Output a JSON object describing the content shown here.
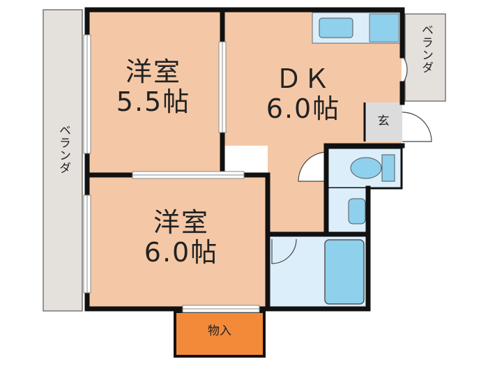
{
  "rooms": {
    "western_a": {
      "name": "洋室",
      "size": "5.5帖"
    },
    "dk": {
      "name": "ＤＫ",
      "size": "6.0帖"
    },
    "western_b": {
      "name": "洋室",
      "size": "6.0帖"
    },
    "entrance": {
      "name": "玄"
    },
    "storage": {
      "name": "物入"
    },
    "balcony_left": {
      "name": "ベランダ"
    },
    "balcony_right": {
      "name": "ベランダ"
    }
  },
  "colors": {
    "room": "#f4c8a6",
    "wet_area": "#dceefa",
    "fixture": "#8fd0ec",
    "balcony": "#e4e0dc",
    "entrance": "#dcdcdc",
    "storage": "#f28a3a",
    "wall": "#111111"
  }
}
